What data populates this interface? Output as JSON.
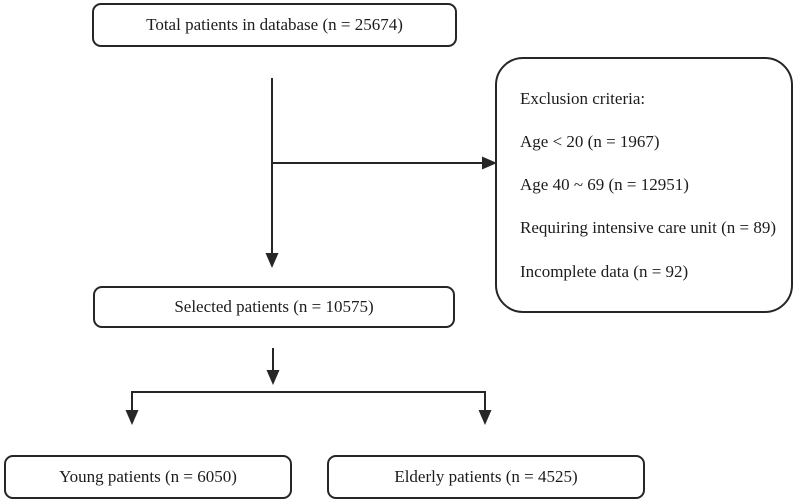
{
  "diagram": {
    "type": "patient-selection-flowchart",
    "boxes": {
      "total": {
        "label": "Total patients in database (n = 25674)"
      },
      "selected": {
        "label": "Selected patients (n = 10575)"
      },
      "young": {
        "label": "Young patients (n = 6050)"
      },
      "elderly": {
        "label": "Elderly patients (n = 4525)"
      },
      "exclusion": {
        "heading": "Exclusion criteria:",
        "items": [
          "Age < 20 (n = 1967)",
          "Age 40 ~ 69 (n = 12951)",
          "Requiring intensive care unit (n = 89)",
          "Incomplete data (n = 92)"
        ]
      }
    },
    "edges": [
      {
        "from": "total",
        "to": "selected"
      },
      {
        "from": "total",
        "to": "exclusion"
      },
      {
        "from": "selected",
        "to": "young"
      },
      {
        "from": "selected",
        "to": "elderly"
      }
    ],
    "colors": {
      "line": "#262626",
      "text": "#1c1c1c",
      "background": "#ffffff"
    }
  }
}
